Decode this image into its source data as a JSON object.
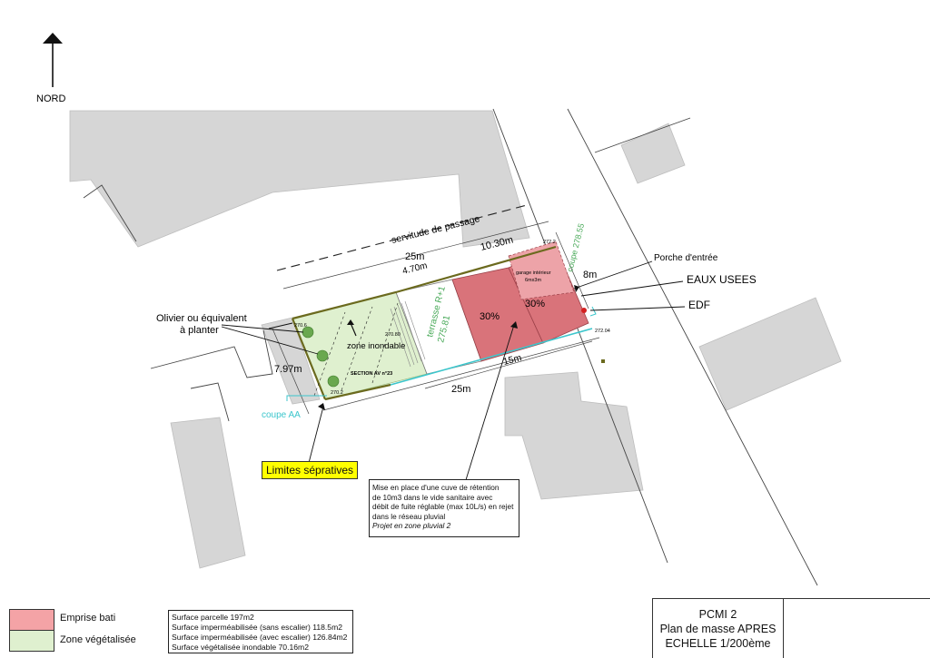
{
  "north": {
    "label": "NORD"
  },
  "dimensions": {
    "length_top": "25m",
    "length_bottom": "25m",
    "length_inner": "15m",
    "width_left": "7.97m",
    "width_right": "8m",
    "offset_470": "4.70m",
    "width_1030": "10.30m"
  },
  "plan_labels": {
    "servitude": "servitude de passage",
    "zone_inondable": "zone inondable",
    "section": "SECTION AV n°23",
    "terrasse": "terrasse R+1",
    "terrasse_level": "275.81",
    "garage": "garage intérieur",
    "garage_size": "6mx3m",
    "pct_a": "30%",
    "pct_b": "30%",
    "coupe": "coupe AA",
    "coupe_vertical": "coupe 278.55",
    "levels": [
      "270.6",
      "270.80",
      "270.2",
      "272.2",
      "272.04"
    ]
  },
  "annotations": {
    "olivier": [
      "Olivier ou équivalent",
      "à planter"
    ],
    "porche": "Porche d'entrée",
    "eaux_usees": "EAUX USEES",
    "edf": "EDF",
    "limites": "Limites sépratives"
  },
  "note": {
    "lines": [
      "Mise en place d'une cuve de rétention",
      "de 10m3 dans le vide sanitaire avec",
      "débit de fuite réglable (max 10L/s) en rejet",
      "dans le réseau pluvial"
    ],
    "italic": "Projet en zone pluvial 2"
  },
  "legend": {
    "items": [
      {
        "label": "Emprise bati",
        "color": "#f4a3a6"
      },
      {
        "label": "Zone végétalisée",
        "color": "#dff0cf"
      }
    ]
  },
  "surfaces": {
    "lines": [
      "Surface parcelle 197m2",
      "Surface imperméabilisée (sans escalier) 118.5m2",
      "Surface imperméabilisée (avec escalier) 126.84m2",
      "Surface végétalisée inondable 70.16m2"
    ]
  },
  "title_block": {
    "code": "PCMI 2",
    "title": "Plan de masse APRES",
    "scale": "ECHELLE 1/200ème"
  },
  "colors": {
    "building": "#d6d6d6",
    "bati": "#d9737a",
    "bati_light": "#eda3a8",
    "vegetal": "#dff0cf",
    "parcel_edge": "#6b6a1e",
    "cyan": "#3cc6cc",
    "green_text": "#4aaa5a"
  }
}
